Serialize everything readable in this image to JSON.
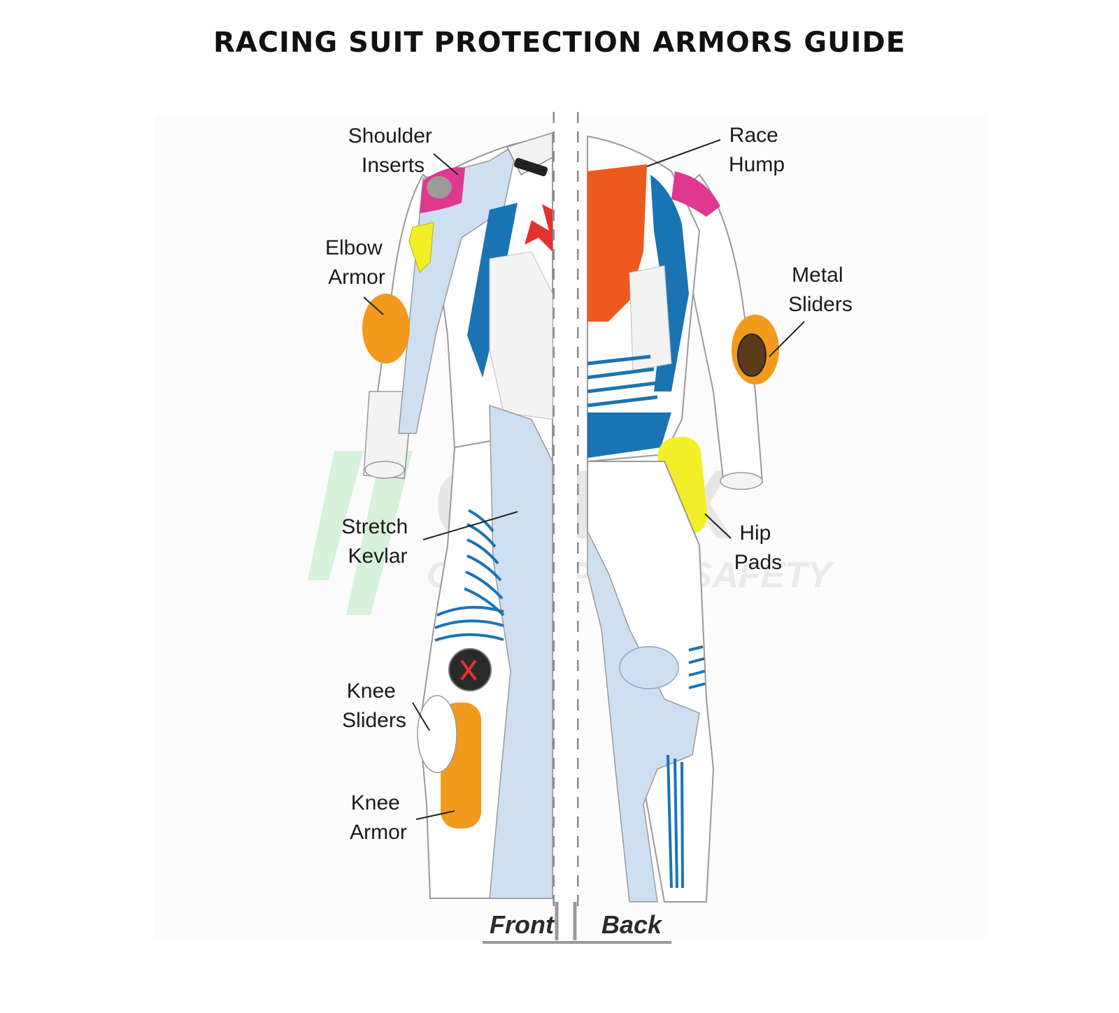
{
  "title": "RACING SUIT PROTECTION ARMORS GUIDE",
  "callouts": {
    "shoulder_inserts": [
      "Shoulder",
      "Inserts"
    ],
    "race_hump": [
      "Race",
      "Hump"
    ],
    "elbow_armor": [
      "Elbow",
      "Armor"
    ],
    "metal_sliders": [
      "Metal",
      "Sliders"
    ],
    "stretch_kevlar": [
      "Stretch",
      "Kevlar"
    ],
    "hip_pads": [
      "Hip",
      "Pads"
    ],
    "knee_sliders": [
      "Knee",
      "Sliders"
    ],
    "knee_armor": [
      "Knee",
      "Armor"
    ]
  },
  "views": {
    "front": "Front",
    "back": "Back"
  },
  "watermark": {
    "brand": "OTRIX",
    "tagline": "GEAR UP FOR SAFETY"
  },
  "colors": {
    "suit_light_blue": "#cfdff2",
    "suit_blue": "#1a74b4",
    "shoulder_magenta": "#e0388f",
    "armor_orange": "#f29a1b",
    "hip_yellow": "#f2ef28",
    "race_hump_orange": "#ec5a1e",
    "logo_red": "#e53030"
  }
}
